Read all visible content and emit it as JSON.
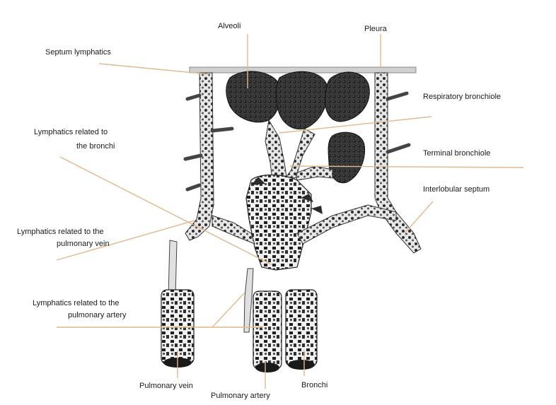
{
  "labels": {
    "alveoli": "Alveoli",
    "pleura": "Pleura",
    "septum_lymphatics": "Septum lymphatics",
    "respiratory_bronchiole": "Respiratory bronchiole",
    "lymphatics_bronchi_line1": "Lymphatics related to",
    "lymphatics_bronchi_line2": "the bronchi",
    "terminal_bronchiole": "Terminal bronchiole",
    "interlobular_septum": "Interlobular septum",
    "lymphatics_vein_line1": "Lymphatics related to the",
    "lymphatics_vein_line2": "pulmonary vein",
    "lymphatics_artery_line1": "Lymphatics related to the",
    "lymphatics_artery_line2": "pulmonary artery",
    "pulmonary_vein": "Pulmonary vein",
    "pulmonary_artery": "Pulmonary artery",
    "bronchi": "Bronchi"
  },
  "colors": {
    "leader_line": "#e2b98c",
    "tissue_dark": "#2b2b2b",
    "tissue_mid": "#6e6e6e",
    "tissue_light": "#d8d8d8",
    "pleura": "#cfcfcf"
  }
}
